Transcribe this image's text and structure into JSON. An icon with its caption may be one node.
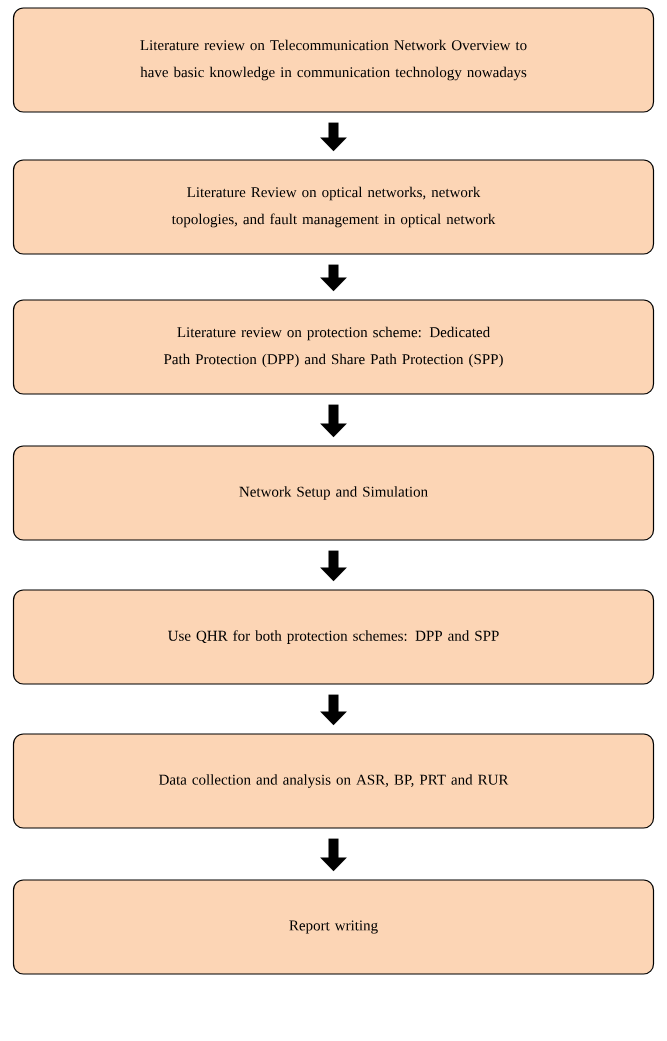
{
  "diagram": {
    "nodes": [
      {
        "text": [
          "Literature review on Telecommunication Network Overview to have basic knowledge in communication technology nowadays"
        ]
      },
      {
        "text": [
          "Literature Review on optical networks, network topologies, and fault management in optical network"
        ]
      },
      {
        "text": [
          "Literature review on protection scheme: Dedicated Path Protection (DPP) and Share Path Protection (SPP)"
        ]
      },
      {
        "text": [
          "Network Setup and Simulation"
        ]
      },
      {
        "text": [
          "Use QHR for both protection schemes: DPP and SPP"
        ]
      },
      {
        "text": [
          "Data collection and analysis on ASR, BP, PRT and RUR"
        ]
      },
      {
        "text": [
          "Report writing"
        ]
      }
    ],
    "edges": [
      {
        "from": 0,
        "to": 1,
        "arrow": "to"
      },
      {
        "from": 1,
        "to": 2,
        "arrow": "to"
      },
      {
        "from": 2,
        "to": 3,
        "arrow": "to"
      },
      {
        "from": 3,
        "to": 4,
        "arrow": "to"
      },
      {
        "from": 4,
        "to": 5,
        "arrow": "to"
      },
      {
        "from": 5,
        "to": 6,
        "arrow": "to"
      }
    ]
  }
}
